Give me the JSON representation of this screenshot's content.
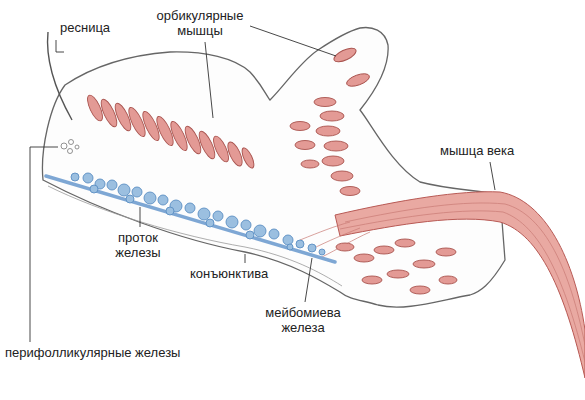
{
  "diagram": {
    "labels": [
      "ресница",
      "орбикулярные мышцы",
      "мышца века",
      "проток железы",
      "конъюнктива",
      "мейбомиева железа",
      "перифолликулярные железы"
    ]
  }
}
